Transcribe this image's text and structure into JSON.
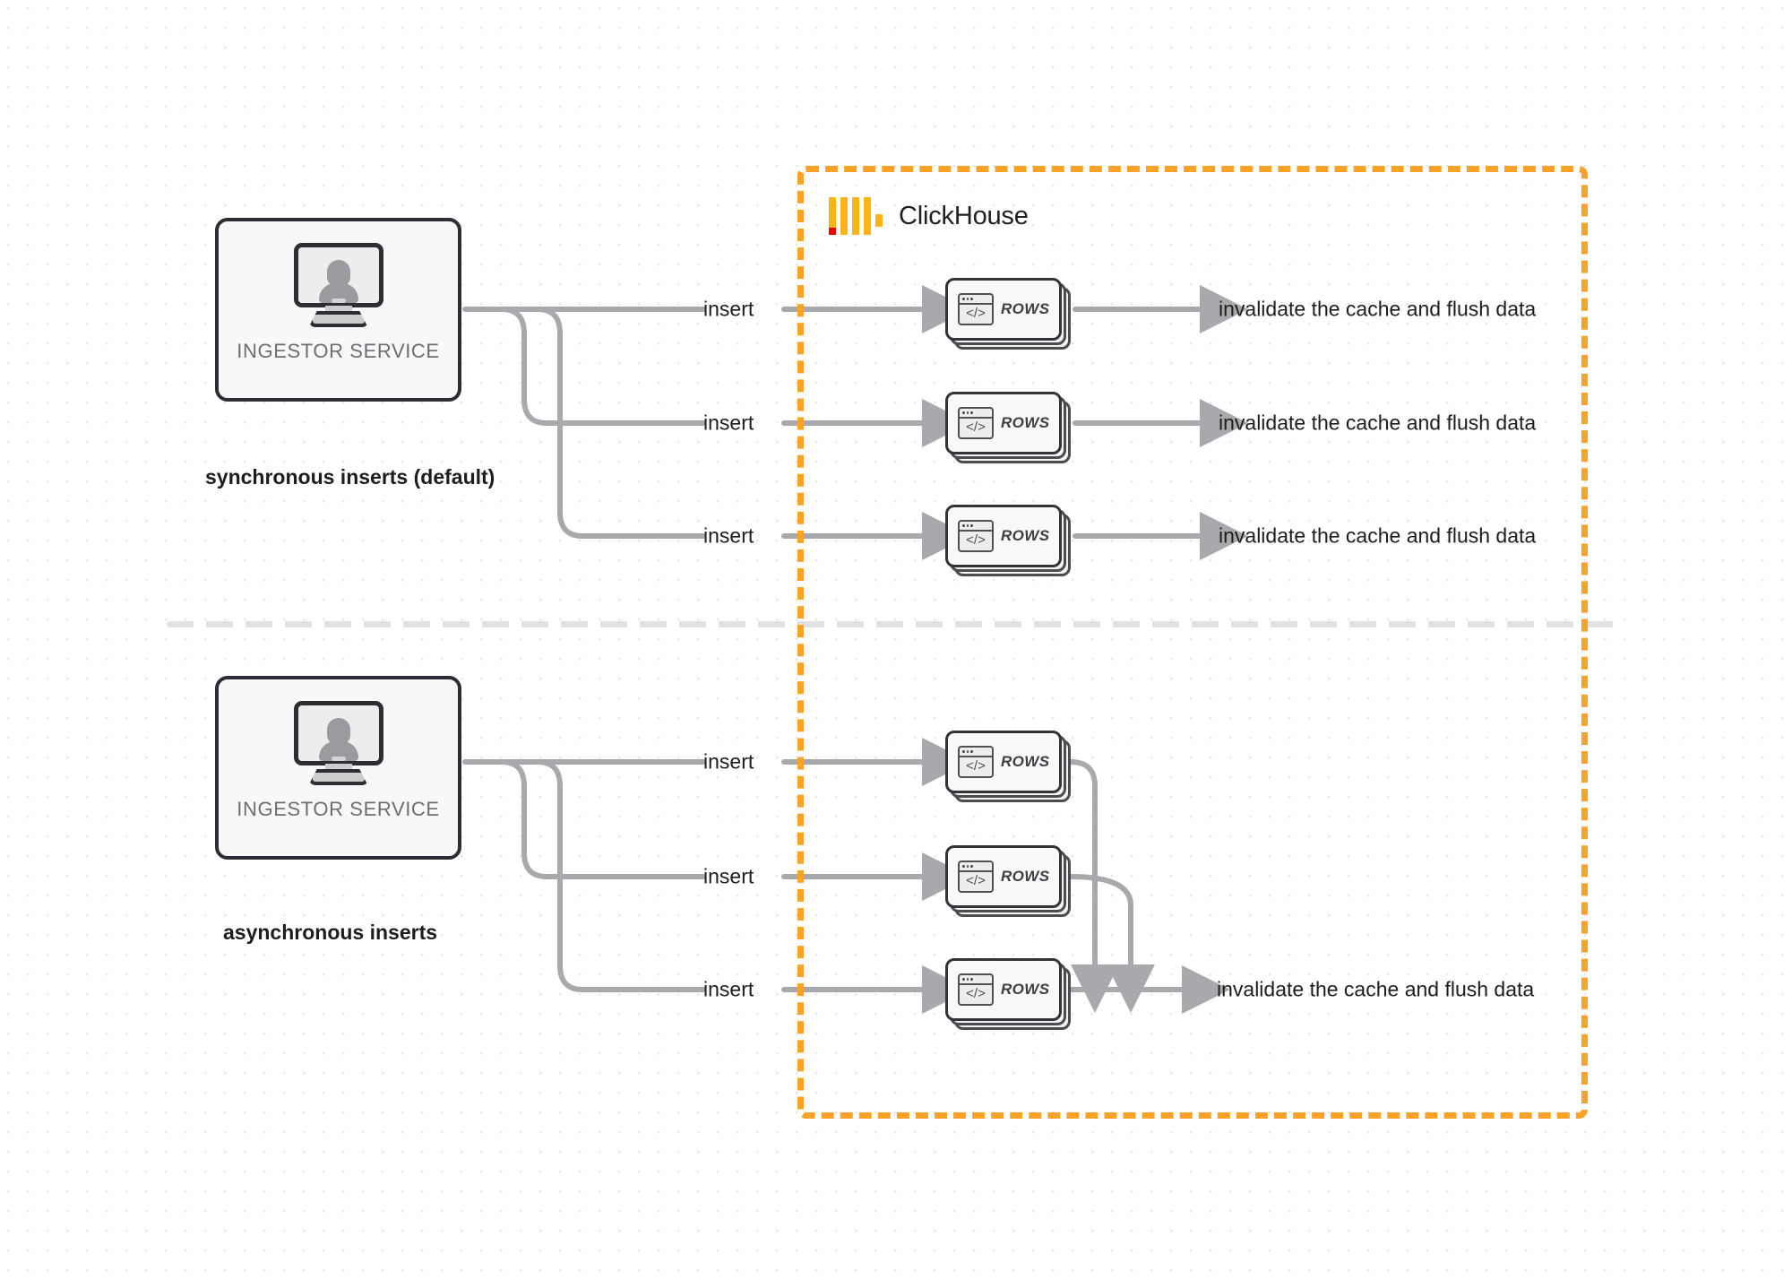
{
  "diagram": {
    "title": "ClickHouse synchronous vs asynchronous inserts",
    "colors": {
      "brand_orange": "#f9a227",
      "logo_yellow": "#fbb315",
      "logo_red": "#ef0000",
      "connector_gray": "#a7a9ac",
      "node_border": "#32343a",
      "text_dark": "#1d1d1d",
      "text_muted": "#6b6e73",
      "canvas_bg": "#ffffff",
      "dot_grid": "#e8e8e8",
      "separator": "#e2e2e2"
    }
  },
  "clickhouse_boundary": {
    "brand_name": "ClickHouse",
    "logo_name": "clickhouse-logo"
  },
  "sections": [
    {
      "id": "synchronous",
      "caption": "synchronous inserts (default)",
      "service": {
        "label": "INGESTOR SERVICE",
        "icon": "monitor-user-icon"
      },
      "flows": [
        {
          "insert_label": "insert",
          "node_label": "ROWS",
          "result_label": "invalidate the cache and flush data"
        },
        {
          "insert_label": "insert",
          "node_label": "ROWS",
          "result_label": "invalidate the cache and flush data"
        },
        {
          "insert_label": "insert",
          "node_label": "ROWS",
          "result_label": "invalidate the cache and flush data"
        }
      ]
    },
    {
      "id": "asynchronous",
      "caption": "asynchronous inserts",
      "service": {
        "label": "INGESTOR SERVICE",
        "icon": "monitor-user-icon"
      },
      "flows": [
        {
          "insert_label": "insert",
          "node_label": "ROWS"
        },
        {
          "insert_label": "insert",
          "node_label": "ROWS"
        },
        {
          "insert_label": "insert",
          "node_label": "ROWS"
        }
      ],
      "merged_result_label": "invalidate the cache and flush data"
    }
  ],
  "icons": {
    "code_window_glyph": "</>",
    "window_dots": 3
  }
}
